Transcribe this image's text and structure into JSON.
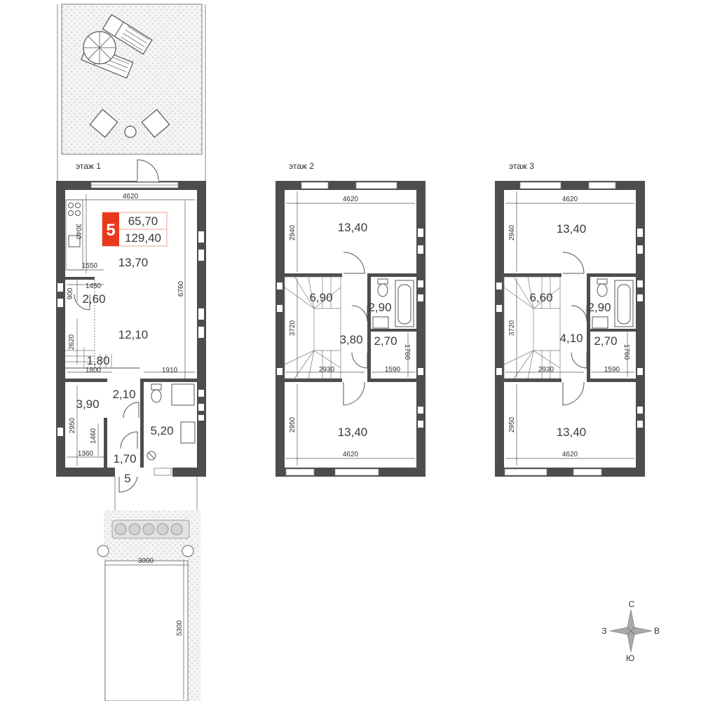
{
  "badge": {
    "number": "5",
    "area_living": "65,70",
    "area_total": "129,40",
    "color": "#e8391c"
  },
  "floors": [
    {
      "label": "этаж 1",
      "rooms": [
        "13,70",
        "2,60",
        "12,10",
        "1,80",
        "3,90",
        "2,10",
        "5,20",
        "1,70",
        "5"
      ],
      "dims": [
        "4620",
        "3040",
        "1550",
        "1450",
        "900",
        "6760",
        "2620",
        "1800",
        "1910",
        "2950",
        "1460",
        "1360"
      ]
    },
    {
      "label": "этаж 2",
      "rooms": [
        "13,40",
        "6,90",
        "2,90",
        "3,80",
        "2,70",
        "13,40"
      ],
      "dims": [
        "4620",
        "2940",
        "3720",
        "2930",
        "1760",
        "1590",
        "2950",
        "4620"
      ]
    },
    {
      "label": "этаж 3",
      "rooms": [
        "13,40",
        "6,60",
        "2,90",
        "4,10",
        "2,70",
        "13,40"
      ],
      "dims": [
        "4620",
        "2940",
        "3720",
        "2930",
        "1760",
        "1590",
        "2950",
        "4620"
      ]
    }
  ],
  "yard": {
    "dims": [
      "3000",
      "5300"
    ]
  },
  "compass": {
    "north": "С",
    "south": "Ю",
    "west": "З",
    "east": "В"
  }
}
